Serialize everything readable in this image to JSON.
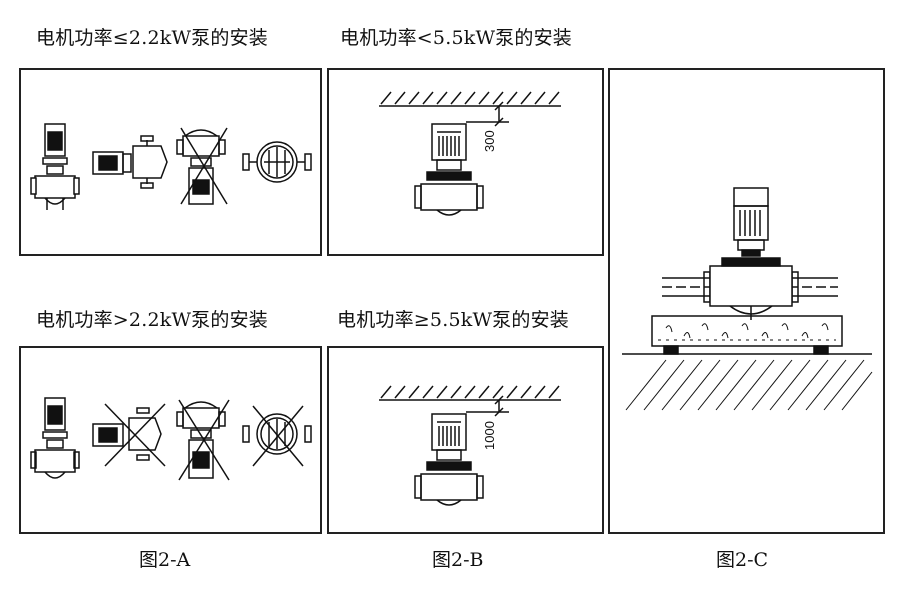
{
  "captions": {
    "a_top": "电机功率≤2.2kW泵的安装",
    "b_top": "电机功率<5.5kW泵的安装",
    "a_bottom": "电机功率>2.2kW泵的安装",
    "b_bottom": "电机功率≥5.5kW泵的安装"
  },
  "figures": {
    "a": "图2-A",
    "b": "图2-B",
    "c": "图2-C"
  },
  "dimensions": {
    "b_top_clearance": "300",
    "b_bottom_clearance": "1000"
  }
}
